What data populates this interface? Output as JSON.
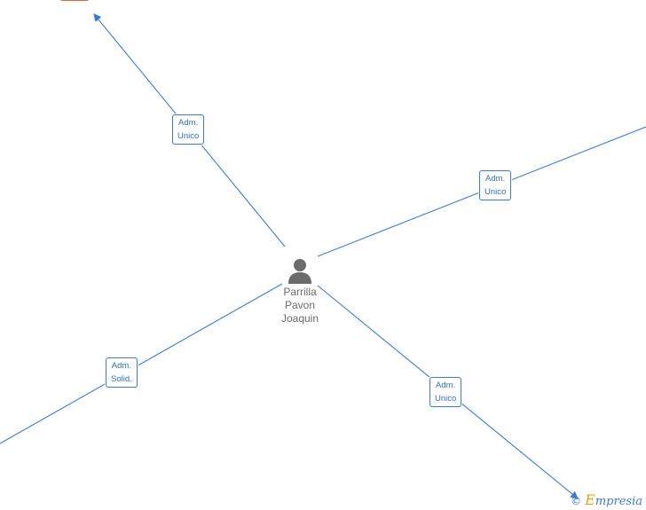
{
  "person": {
    "name_line1": "Parrilla",
    "name_line2": "Pavon",
    "name_line3": "Joaquin"
  },
  "roles": {
    "top_left": {
      "line1": "Adm.",
      "line2": "Unico"
    },
    "right": {
      "line1": "Adm.",
      "line2": "Unico"
    },
    "bottom_left": {
      "line1": "Adm.",
      "line2": "Solid."
    },
    "bottom_right": {
      "line1": "Adm.",
      "line2": "Unico"
    }
  },
  "brand": {
    "copyright": "©",
    "initial": "E",
    "rest": "mpresia"
  },
  "colors": {
    "edge": "#3a7bd5",
    "person": "#6b6b6b",
    "accent": "#e8643c"
  }
}
